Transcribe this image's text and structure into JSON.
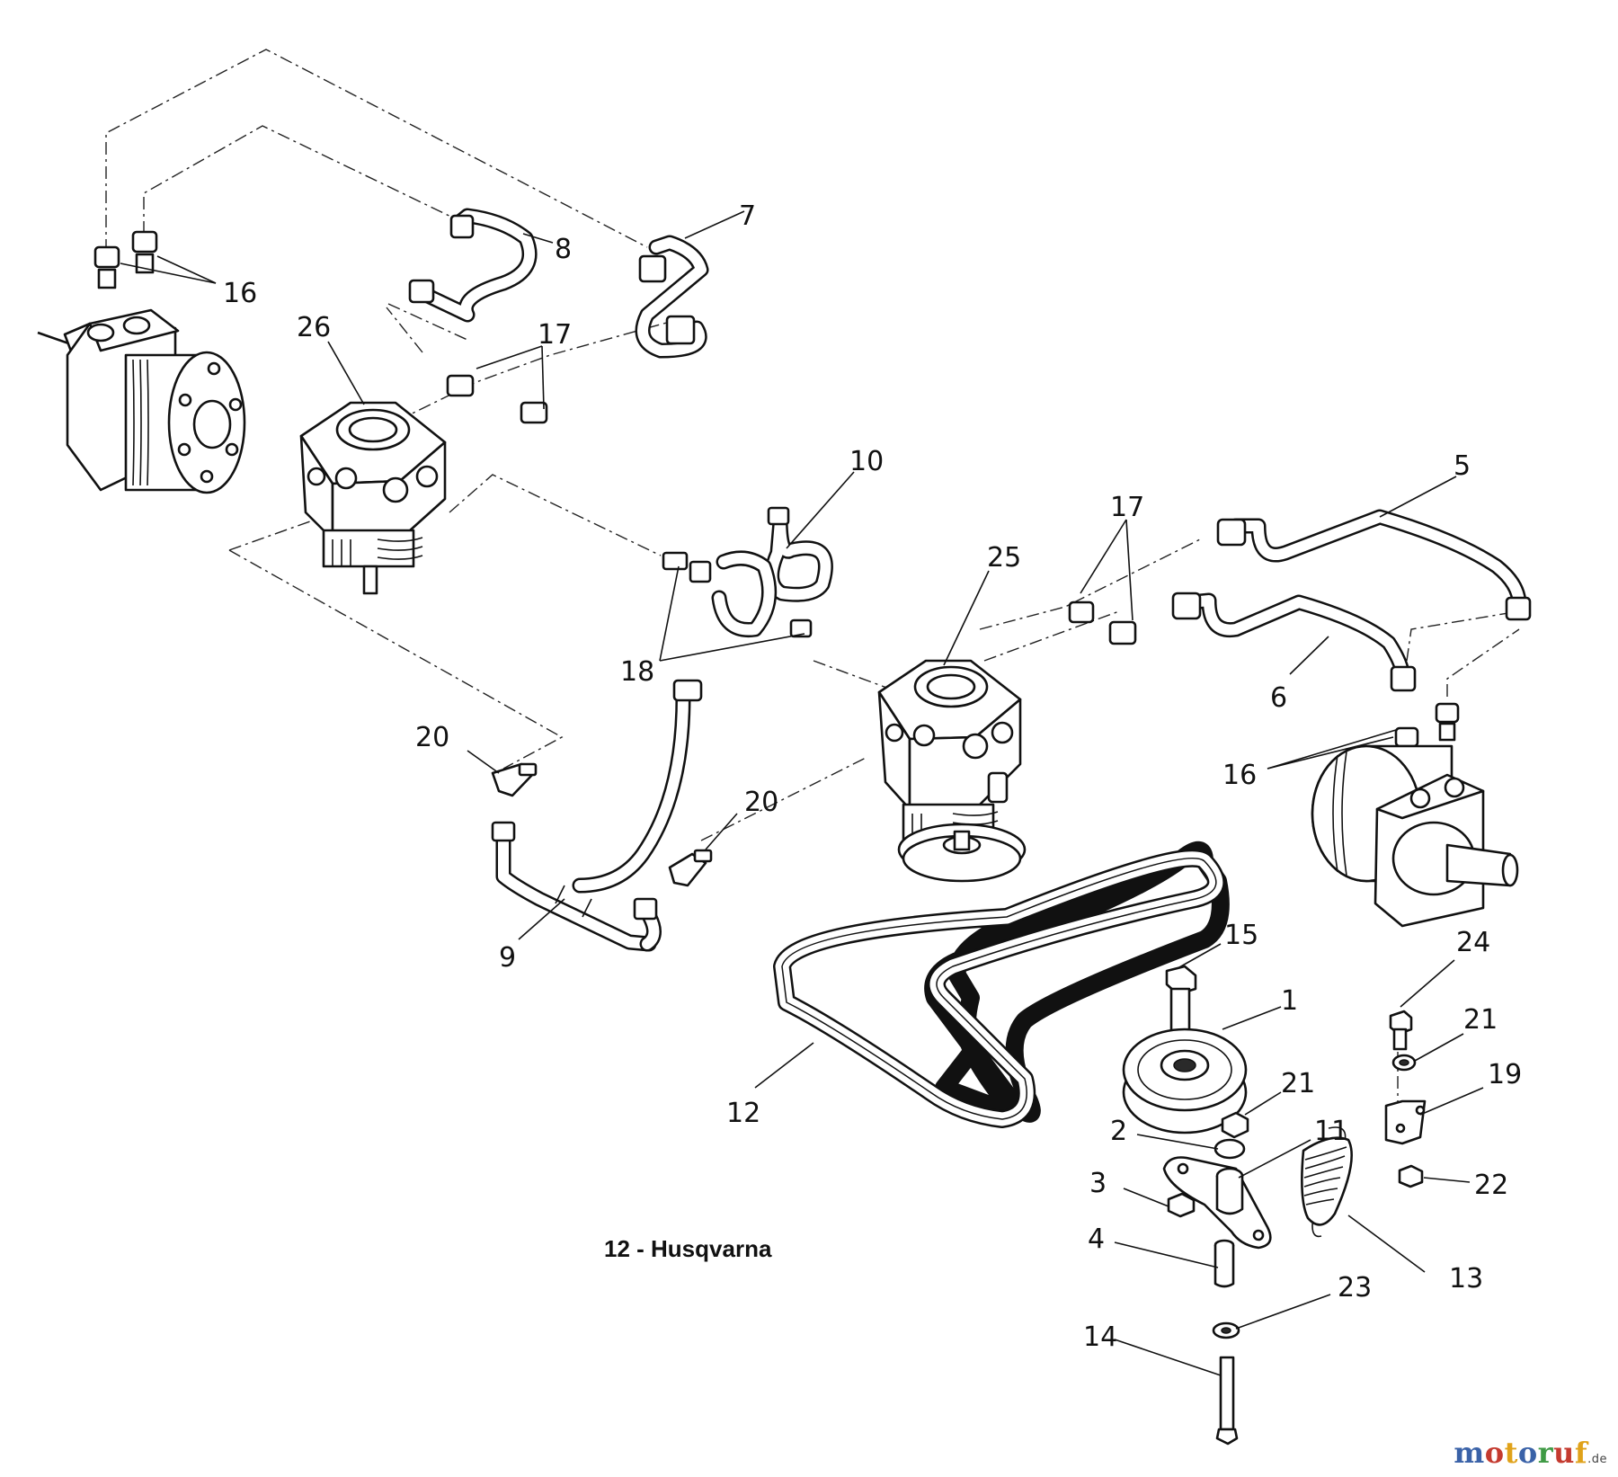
{
  "diagram": {
    "note": "12 - Husqvarna",
    "callouts": {
      "c1": "1",
      "c2": "2",
      "c3": "3",
      "c4": "4",
      "c5": "5",
      "c6": "6",
      "c7": "7",
      "c8": "8",
      "c9": "9",
      "c10": "10",
      "c11": "11",
      "c12": "12",
      "c13": "13",
      "c14": "14",
      "c15": "15",
      "c16a": "16",
      "c16b": "16",
      "c17a": "17",
      "c17b": "17",
      "c18": "18",
      "c19": "19",
      "c20a": "20",
      "c20b": "20",
      "c21a": "21",
      "c21b": "21",
      "c22": "22",
      "c23": "23",
      "c24": "24",
      "c25": "25",
      "c26": "26"
    }
  },
  "watermark": {
    "letters": [
      {
        "ch": "m",
        "color": "#3a62a8"
      },
      {
        "ch": "o",
        "color": "#c43a2f"
      },
      {
        "ch": "t",
        "color": "#e0a21a"
      },
      {
        "ch": "o",
        "color": "#3a62a8"
      },
      {
        "ch": "r",
        "color": "#3f9a45"
      },
      {
        "ch": "u",
        "color": "#c43a2f"
      },
      {
        "ch": "f",
        "color": "#e0a21a"
      }
    ],
    "tld": ".de"
  }
}
